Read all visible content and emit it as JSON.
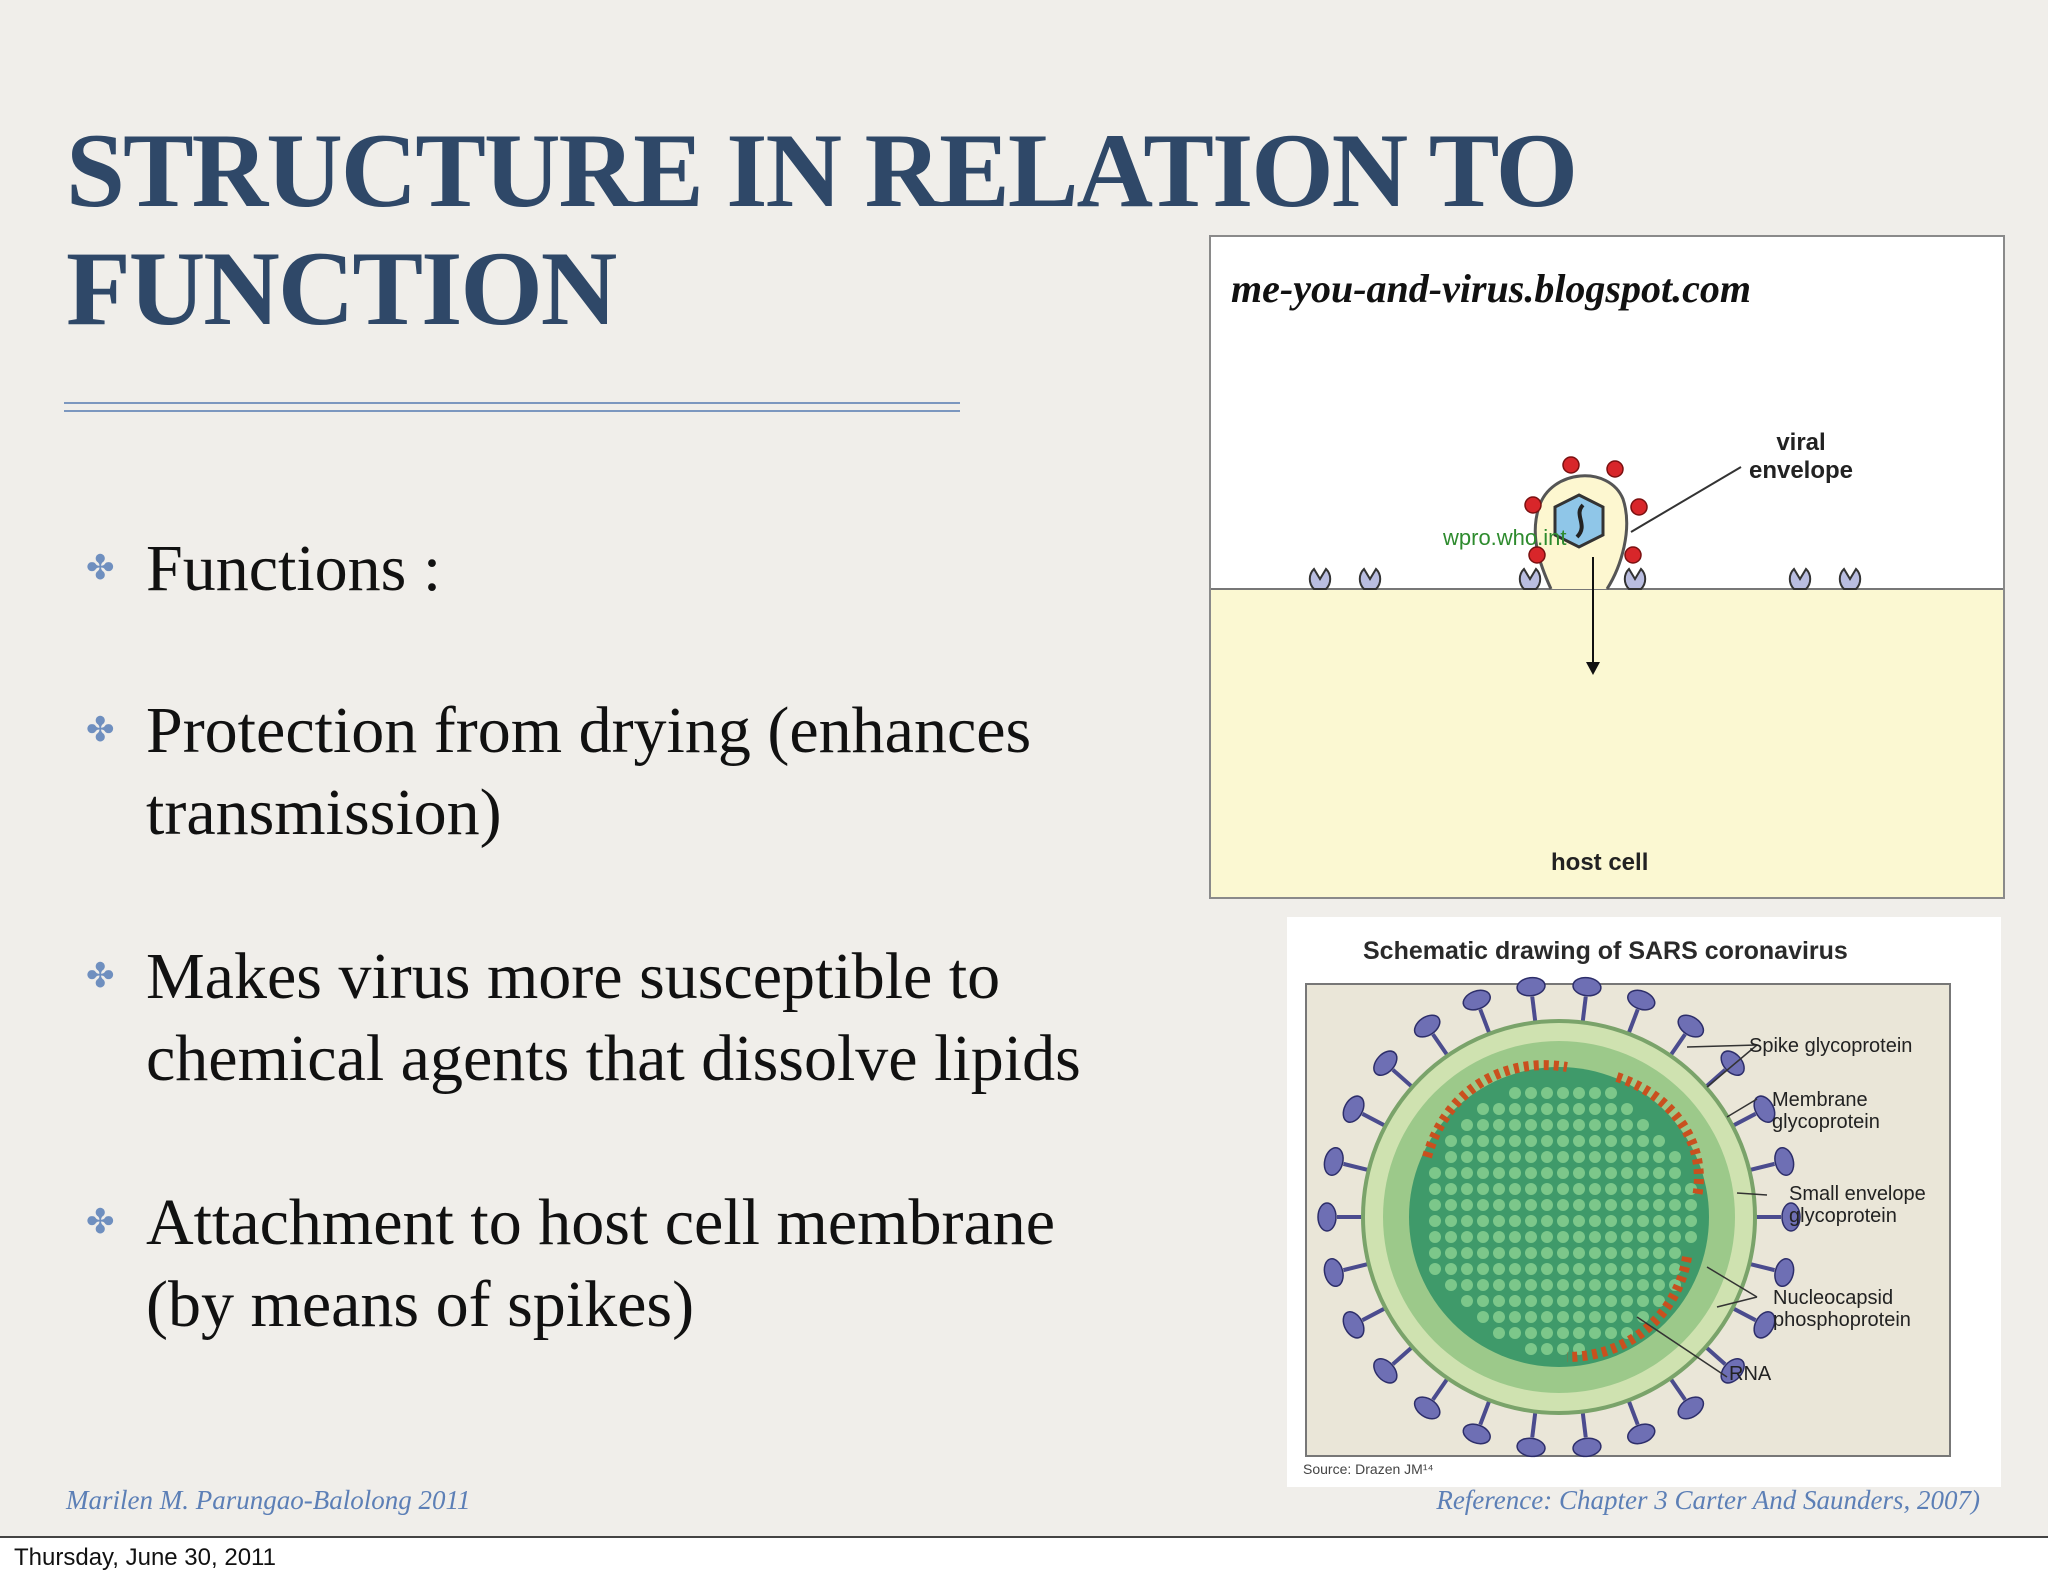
{
  "slide": {
    "title_line1": "STRUCTURE IN RELATION TO",
    "title_line2": "FUNCTION",
    "bullets": [
      {
        "lines": [
          "Functions :"
        ]
      },
      {
        "lines": [
          "Protection from drying (enhances",
          "transmission)"
        ]
      },
      {
        "lines": [
          "Makes virus more susceptible to",
          "chemical agents that dissolve lipids"
        ]
      },
      {
        "lines": [
          "Attachment to host cell membrane",
          "(by means of spikes)"
        ]
      }
    ],
    "bullet_icon": "fleuron-icon",
    "author": "Marilen M. Parungao-Balolong  2011",
    "reference": "Reference: Chapter 3 Carter And Saunders, 2007)"
  },
  "figure_budding": {
    "source": "me-you-and-virus.blogspot.com",
    "watermark": "wpro.who.int",
    "label_envelope_1": "viral",
    "label_envelope_2": "envelope",
    "label_host": "host cell"
  },
  "figure_sars": {
    "title": "Schematic drawing of SARS coronavirus",
    "labels": {
      "spike": "Spike glycoprotein",
      "membrane_1": "Membrane",
      "membrane_2": "glycoprotein",
      "small_env_1": "Small envelope",
      "small_env_2": "glycoprotein",
      "nucleo_1": "Nucleocapsid",
      "nucleo_2": "phosphoprotein",
      "rna": "RNA"
    },
    "credit": "Source: Drazen JM¹⁴"
  },
  "footer": {
    "date": "Thursday, June 30, 2011"
  },
  "colors": {
    "title": "#2f4868",
    "accent": "#5c7fb6",
    "host_cell": "#fbf8d2",
    "spike": "#6e6fb4",
    "capsid": "#3f9a6a"
  }
}
